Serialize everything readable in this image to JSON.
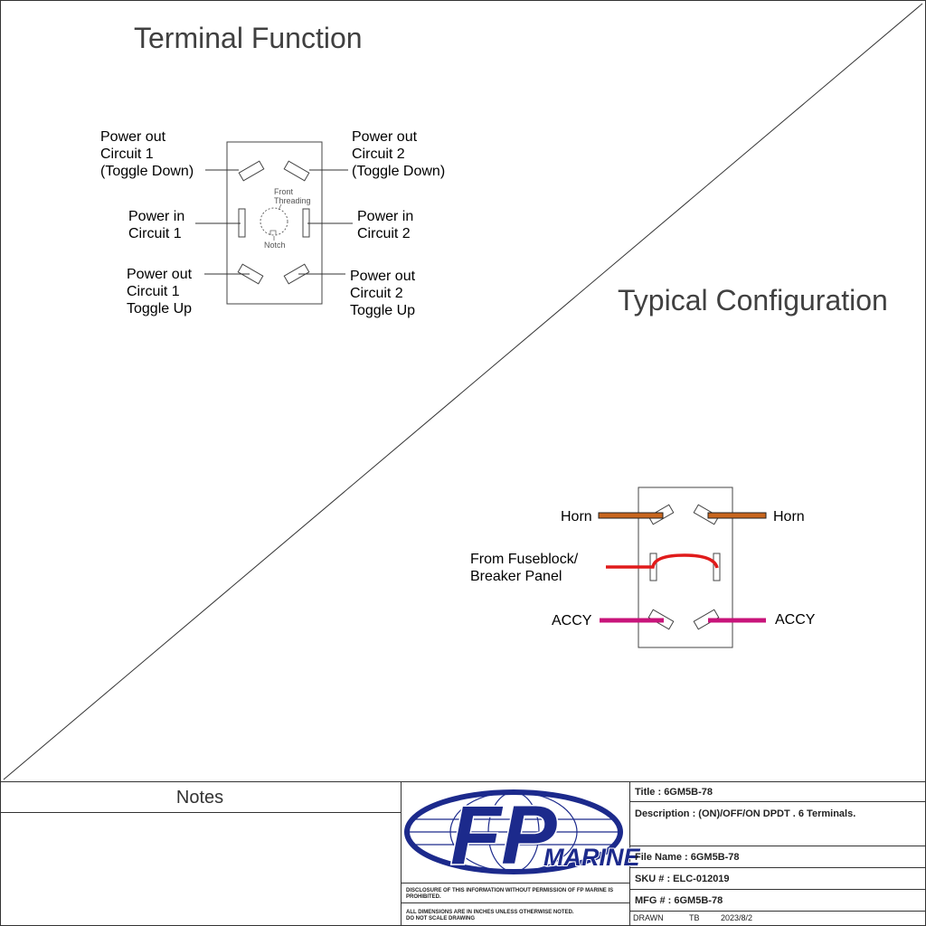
{
  "terminal_function": {
    "title": "Terminal Function",
    "labels": {
      "top_left": [
        "Power out",
        "Circuit 1",
        "(Toggle Down)"
      ],
      "top_right": [
        "Power out",
        "Circuit 2",
        "(Toggle Down)"
      ],
      "mid_left": [
        "Power in",
        "Circuit 1"
      ],
      "mid_right": [
        "Power in",
        "Circuit 2"
      ],
      "bot_left": [
        "Power out",
        "Circuit 1",
        "Toggle Up"
      ],
      "bot_right": [
        "Power out",
        "Circuit 2",
        "Toggle Up"
      ],
      "front_threading": [
        "Front",
        "Threading"
      ],
      "notch": "Notch"
    }
  },
  "typical_configuration": {
    "title": "Typical Configuration",
    "horn_left": "Horn",
    "horn_right": "Horn",
    "fuse_label": [
      "From Fuseblock/",
      "Breaker Panel"
    ],
    "accy_left": "ACCY",
    "accy_right": "ACCY",
    "colors": {
      "horn": "#c8661e",
      "power": "#e01b1b",
      "accy": "#c8147a"
    }
  },
  "notes": {
    "header": "Notes"
  },
  "logo": {
    "fp": "FP",
    "marine": "MARINE",
    "color": "#1c2a8c"
  },
  "disclaimer": {
    "line1": "DISCLOSURE OF THIS INFORMATION WITHOUT PERMISSION OF FP MARINE IS",
    "line2": "PROHIBITED.",
    "line3": "ALL DIMENSIONS ARE IN INCHES UNLESS OTHERWISE NOTED.",
    "line4": "DO NOT SCALE DRAWING"
  },
  "title_block": {
    "title": "Title : 6GM5B-78",
    "description": "Description : (ON)/OFF/ON DPDT . 6 Terminals.",
    "file_name": "File Name : 6GM5B-78",
    "sku": "SKU # : ELC-012019",
    "mfg": "MFG # : 6GM5B-78",
    "drawn_label": "DRAWN",
    "drawn_by": "TB",
    "date": "2023/8/2"
  }
}
